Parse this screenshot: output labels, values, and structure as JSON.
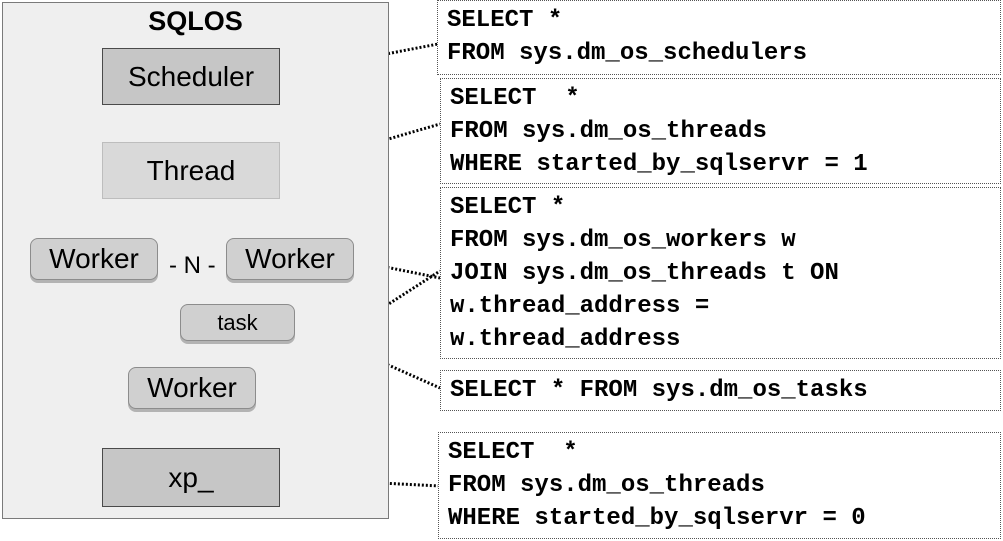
{
  "sqlos": {
    "title": "SQLOS",
    "nodes": {
      "scheduler": "Scheduler",
      "thread": "Thread",
      "worker_left": "Worker",
      "separator": "- N -",
      "worker_right": "Worker",
      "task": "task",
      "worker_bottom": "Worker",
      "xp": "xp_"
    }
  },
  "queries": {
    "schedulers": [
      "SELECT *",
      "FROM sys.dm_os_schedulers"
    ],
    "threads_sqlservr": [
      "SELECT  *",
      "FROM sys.dm_os_threads",
      "WHERE started_by_sqlservr = 1"
    ],
    "workers": [
      "SELECT *",
      "FROM sys.dm_os_workers w",
      "JOIN sys.dm_os_threads t ON",
      "w.thread_address =",
      "w.thread_address"
    ],
    "tasks": [
      "SELECT * FROM sys.dm_os_tasks"
    ],
    "threads_external": [
      "SELECT  *",
      "FROM sys.dm_os_threads",
      "WHERE started_by_sqlservr = 0"
    ]
  },
  "colors": {
    "panel_bg": "#efefef",
    "node_dark": "#c6c6c6",
    "node_light": "#d9d9d9",
    "arrow": "#8c8c8c",
    "connector": "#000000"
  }
}
